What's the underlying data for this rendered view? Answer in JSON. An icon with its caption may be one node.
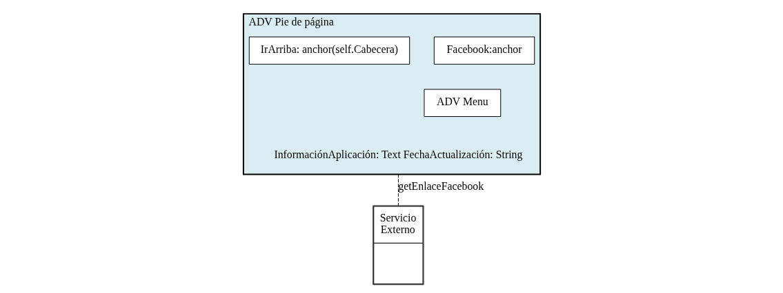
{
  "diagram": {
    "nodes": [
      {
        "text": [
          "ADV Pie de página",
          "InformaciónAplicación: Text FechaActualización: String"
        ]
      },
      {
        "text": [
          "Facebook:anchor"
        ],
        "in": 0
      },
      {
        "text": [
          "IrArriba: anchor(self.Cabecera)"
        ],
        "in": 0
      },
      {
        "text": [
          "ADV Menu"
        ],
        "in": 0
      },
      {
        "text": [
          "Servicio Externo"
        ]
      }
    ],
    "edges": [
      {
        "from": 0,
        "to": 4,
        "arrow": "none",
        "style": "dashed",
        "label": "getEnlaceFacebook"
      }
    ]
  }
}
